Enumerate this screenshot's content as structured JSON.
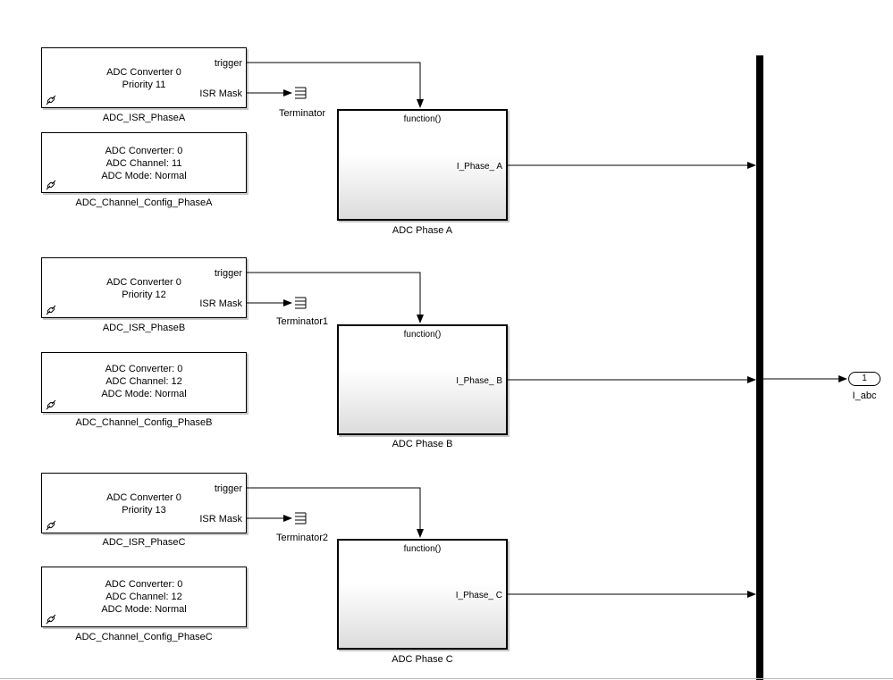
{
  "isr_blocks": [
    {
      "name": "ADC_ISR_PhaseA",
      "lines": [
        "ADC Converter 0",
        "Priority 11"
      ],
      "out_ports": [
        "trigger",
        "ISR Mask"
      ]
    },
    {
      "name": "ADC_ISR_PhaseB",
      "lines": [
        "ADC Converter 0",
        "Priority 12"
      ],
      "out_ports": [
        "trigger",
        "ISR Mask"
      ]
    },
    {
      "name": "ADC_ISR_PhaseC",
      "lines": [
        "ADC Converter 0",
        "Priority 13"
      ],
      "out_ports": [
        "trigger",
        "ISR Mask"
      ]
    }
  ],
  "config_blocks": [
    {
      "name": "ADC_Channel_Config_PhaseA",
      "lines": [
        "ADC Converter: 0",
        "ADC Channel: 11",
        "ADC Mode: Normal"
      ]
    },
    {
      "name": "ADC_Channel_Config_PhaseB",
      "lines": [
        "ADC Converter: 0",
        "ADC Channel: 12",
        "ADC Mode: Normal"
      ]
    },
    {
      "name": "ADC_Channel_Config_PhaseC",
      "lines": [
        "ADC Converter: 0",
        "ADC Channel: 12",
        "ADC Mode: Normal"
      ]
    }
  ],
  "terminators": [
    {
      "name": "Terminator"
    },
    {
      "name": "Terminator1"
    },
    {
      "name": "Terminator2"
    }
  ],
  "subsystems": [
    {
      "name": "ADC Phase A",
      "trigger_port": "function()",
      "out_port": "I_Phase_ A"
    },
    {
      "name": "ADC Phase B",
      "trigger_port": "function()",
      "out_port": "I_Phase_ B"
    },
    {
      "name": "ADC Phase C",
      "trigger_port": "function()",
      "out_port": "I_Phase_ C"
    }
  ],
  "mux": {
    "type": "bus-mux"
  },
  "outport": {
    "number": "1",
    "name": "I_abc"
  },
  "colors": {
    "line": "#000000",
    "block_border": "#000000",
    "subsystem_gradient_end": "#dcdcdc",
    "background": "#ffffff"
  }
}
